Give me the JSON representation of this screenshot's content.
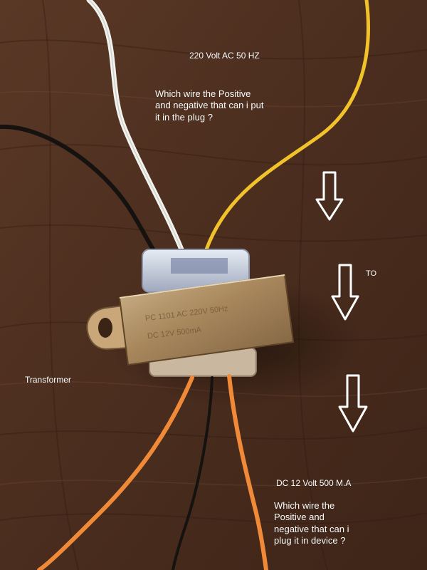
{
  "labels": {
    "input_spec": "220 Volt  AC   50 HZ",
    "input_question": "Which wire the Positive\nand negative  that can i put\nit in the plug ?",
    "to": "TO",
    "transformer": "Transformer",
    "output_spec": "DC 12 Volt   500 M.A",
    "output_question": "Which wire  the\nPositive and\nnegative  that can i\nplug it in device  ?"
  },
  "plate_text": {
    "line1": "PC 1101  AC 220V 50Hz",
    "line2": "DC 12V    500mA"
  },
  "colors": {
    "wood": "#4a2e1f",
    "wire_white": "#f2f2ee",
    "wire_yellow": "#f2c22a",
    "wire_black": "#151210",
    "wire_orange": "#f08a38",
    "label_text": "#ffffff"
  },
  "icons": [
    "down-arrow-icon",
    "down-arrow-icon",
    "down-arrow-icon"
  ]
}
